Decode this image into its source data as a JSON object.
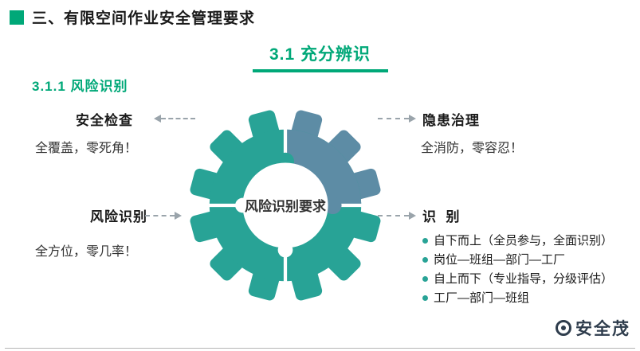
{
  "slide": {
    "title": "三、有限空间作业安全管理要求",
    "section_heading": "3.1  充分辨识",
    "subsection_heading": "3.1.1  风险识别"
  },
  "gear": {
    "center_label": "风险识别要求"
  },
  "callouts": {
    "safety_check": {
      "title": "安全检查",
      "desc": "全覆盖，零死角！"
    },
    "hazard_control": {
      "title": "隐患治理",
      "desc": "全消防，零容忍！"
    },
    "risk_identify": {
      "title": "风险识别",
      "desc": "全方位，零几率！"
    },
    "identification": {
      "title": "识  别",
      "items": [
        "自下而上（全员参与，全面识别）",
        "岗位—班组—部门—工厂",
        "自上而下（专业指导，分级评估）",
        "工厂—部门—班组"
      ]
    }
  },
  "watermark": {
    "text": "安全茂"
  },
  "colors": {
    "accent_green": "#00a878",
    "gear_teal": "#28a396",
    "gear_blue": "#5d8ca5"
  }
}
